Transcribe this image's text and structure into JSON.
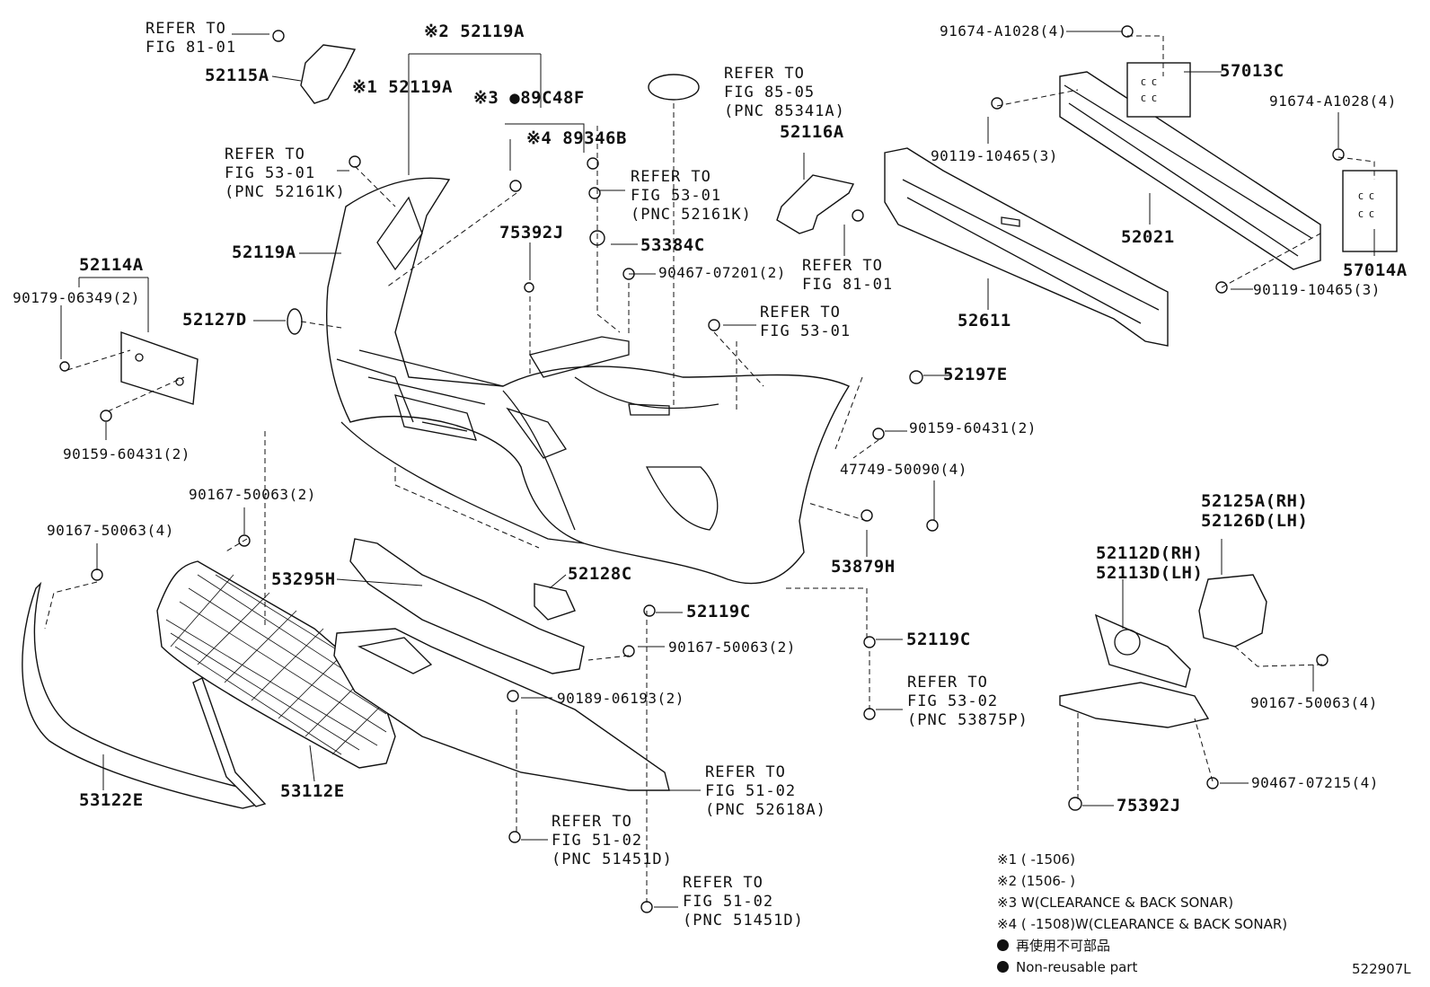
{
  "diagram": {
    "labels": [
      "REFER TO\nFIG 81-01",
      "52115A",
      "※2 52119A",
      "※1 52119A",
      "※3 ●89C48F",
      "※4 89346B",
      "REFER TO\nFIG 85-05\n(PNC 85341A)",
      "52116A",
      "REFER TO\nFIG 53-01\n(PNC 52161K)",
      "REFER TO\nFIG 53-01\n(PNC 52161K)",
      "75392J",
      "53384C",
      "90467-07201(2)",
      "REFER TO\nFIG 81-01",
      "52119A",
      "52114A",
      "90179-06349(2)",
      "52127D",
      "90159-60431(2)",
      "REFER TO\nFIG 53-01",
      "91674-A1028(4)",
      "57013C",
      "90119-10465(3)",
      "52021",
      "91674-A1028(4)",
      "57014A",
      "90119-10465(3)",
      "52611",
      "52197E",
      "90159-60431(2)",
      "47749-50090(4)",
      "53879H",
      "90167-50063(2)",
      "90167-50063(4)",
      "53295H",
      "52128C",
      "52119C",
      "52119C",
      "90167-50063(2)",
      "90189-06193(2)",
      "REFER TO\nFIG 53-02\n(PNC 53875P)",
      "52125A(RH)\n52126D(LH)",
      "52112D(RH)\n52113D(LH)",
      "90167-50063(4)",
      "90467-07215(4)",
      "75392J",
      "53122E",
      "53112E",
      "REFER TO\nFIG 51-02\n(PNC 52618A)",
      "REFER TO\nFIG 51-02\n(PNC 51451D)",
      "REFER TO\nFIG 51-02\n(PNC 51451D)"
    ],
    "notes": [
      "※1 (      -1506)",
      "※2 (1506-      )",
      "※3 W(CLEARANCE & BACK SONAR)",
      "※4 (      -1508)W(CLEARANCE & BACK SONAR)",
      "再使用不可部品",
      "Non-reusable part"
    ],
    "code": "522907L"
  }
}
